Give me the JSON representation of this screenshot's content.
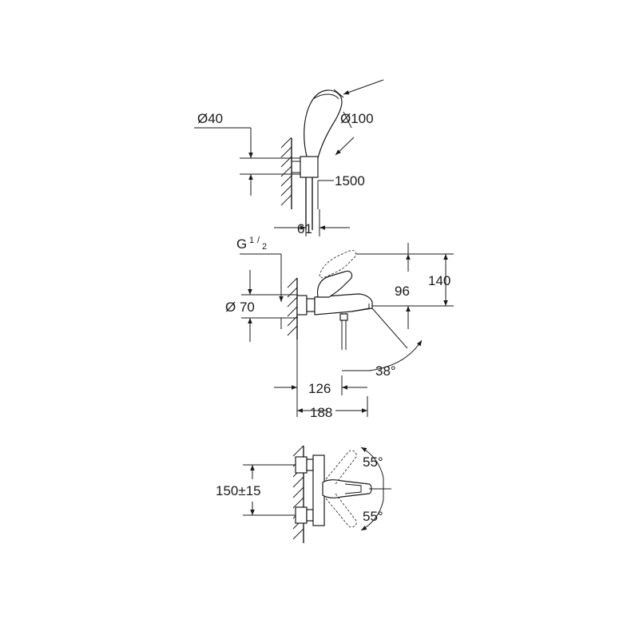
{
  "shower_set": {
    "dim_hose_diameter": "Ø40",
    "dim_head_diameter": "Ø100",
    "dim_hose_length": "1500",
    "dim_wall_offset": "61"
  },
  "mixer_side": {
    "dim_thread": "G",
    "dim_thread_num": "1",
    "dim_thread_den": "2",
    "dim_rosette": "Ø 70",
    "dim_spout_height": "96",
    "dim_total_height": "140",
    "dim_angle": "38°",
    "dim_spout_reach": "126",
    "dim_total_depth": "188"
  },
  "mixer_top": {
    "dim_centres": "150±15",
    "dim_rotation_top": "55°",
    "dim_rotation_bottom": "55°"
  }
}
